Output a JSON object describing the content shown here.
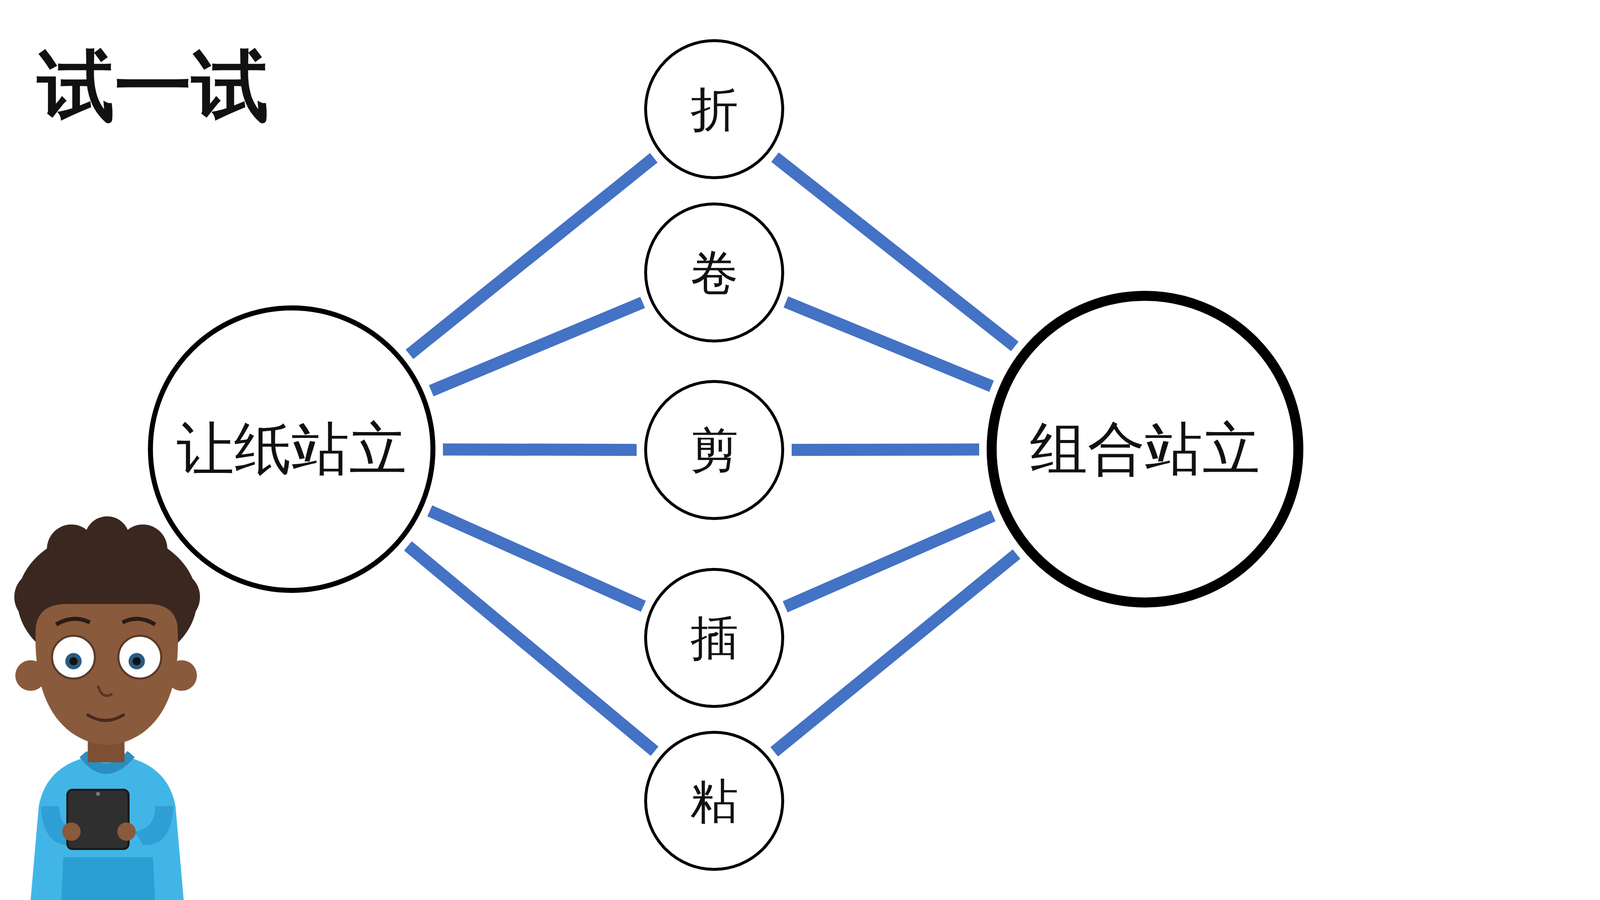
{
  "diagram": {
    "title": "试一试",
    "nodes": [
      {
        "text": [
          "让纸站立"
        ]
      },
      {
        "text": [
          "折"
        ]
      },
      {
        "text": [
          "卷"
        ]
      },
      {
        "text": [
          "剪"
        ]
      },
      {
        "text": [
          "插"
        ]
      },
      {
        "text": [
          "粘"
        ]
      },
      {
        "text": [
          "组合站立"
        ]
      }
    ],
    "edges": [
      {
        "from": 0,
        "to": 1,
        "arrow": "none"
      },
      {
        "from": 0,
        "to": 2,
        "arrow": "none"
      },
      {
        "from": 0,
        "to": 3,
        "arrow": "none"
      },
      {
        "from": 0,
        "to": 4,
        "arrow": "none"
      },
      {
        "from": 0,
        "to": 5,
        "arrow": "none"
      },
      {
        "from": 1,
        "to": 6,
        "arrow": "none"
      },
      {
        "from": 2,
        "to": 6,
        "arrow": "none"
      },
      {
        "from": 3,
        "to": 6,
        "arrow": "none"
      },
      {
        "from": 4,
        "to": 6,
        "arrow": "none"
      },
      {
        "from": 5,
        "to": 6,
        "arrow": "none"
      }
    ]
  }
}
